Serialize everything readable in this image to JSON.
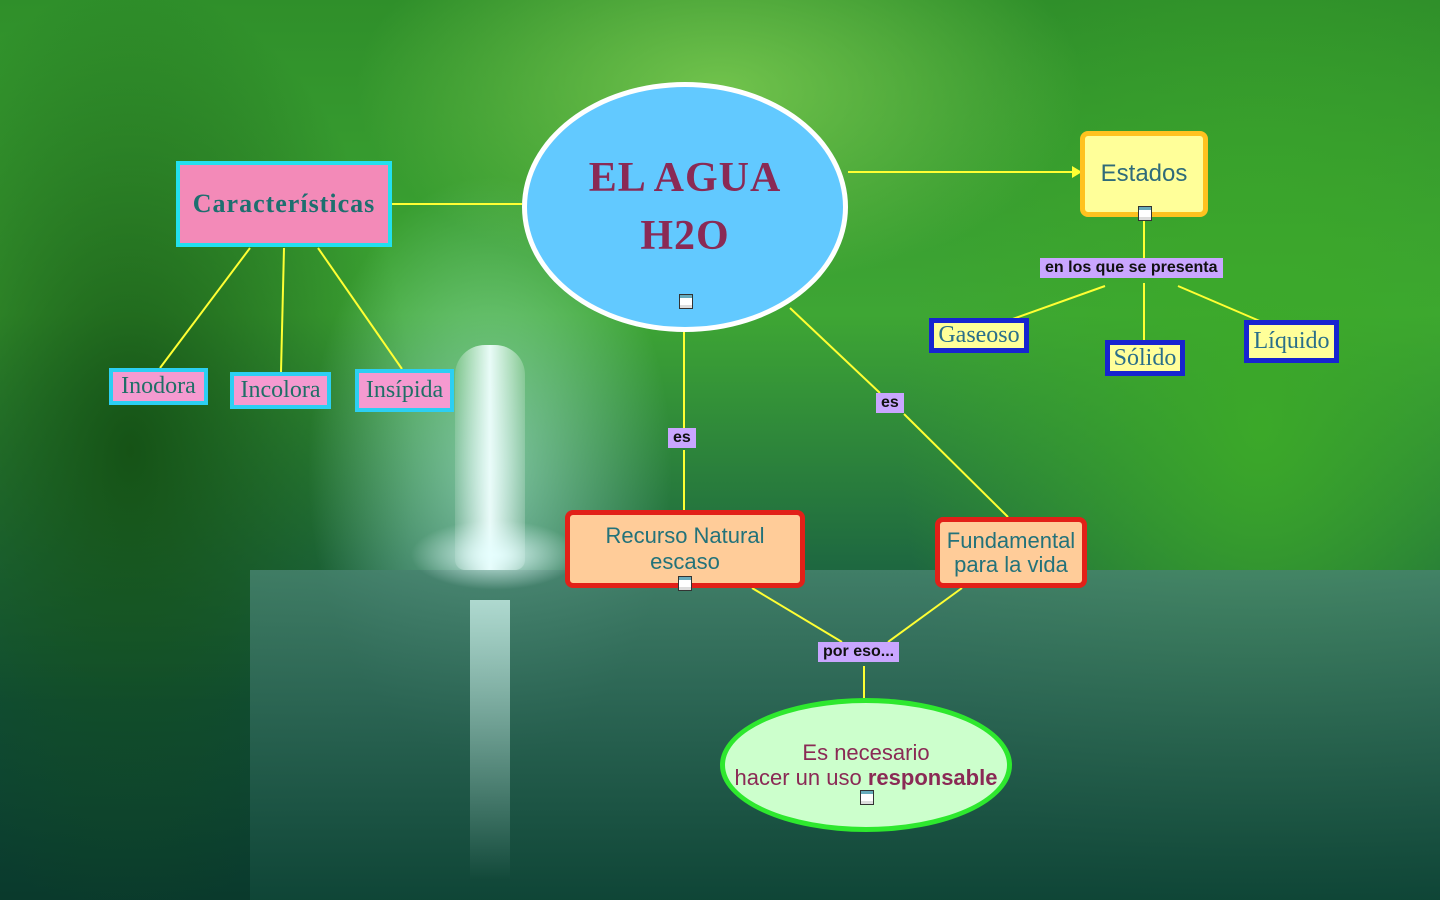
{
  "main": {
    "line1": "EL AGUA",
    "line2": "H2O"
  },
  "caracteristicas": {
    "label": "Características",
    "items": [
      "Inodora",
      "Incolora",
      "Insípida"
    ]
  },
  "estados": {
    "label": "Estados",
    "link_label": "en los que se presenta",
    "items": [
      "Gaseoso",
      "Sólido",
      "Líquido"
    ]
  },
  "links": {
    "es_1": "es",
    "es_2": "es",
    "por_eso": "por eso..."
  },
  "recurso": {
    "label": "Recurso Natural escaso"
  },
  "fundamental": {
    "line1": "Fundamental",
    "line2": "para la vida"
  },
  "responsable": {
    "line1": "Es necesario",
    "line2_prefix": "hacer un uso ",
    "line2_bold": "responsable"
  },
  "colors": {
    "link_line": "#ffff33",
    "main_fill": "#62c9ff",
    "main_text": "#8a2a55",
    "label_bg": "#c9a6ff"
  },
  "icons": [
    "document-icon",
    "image-icon"
  ]
}
